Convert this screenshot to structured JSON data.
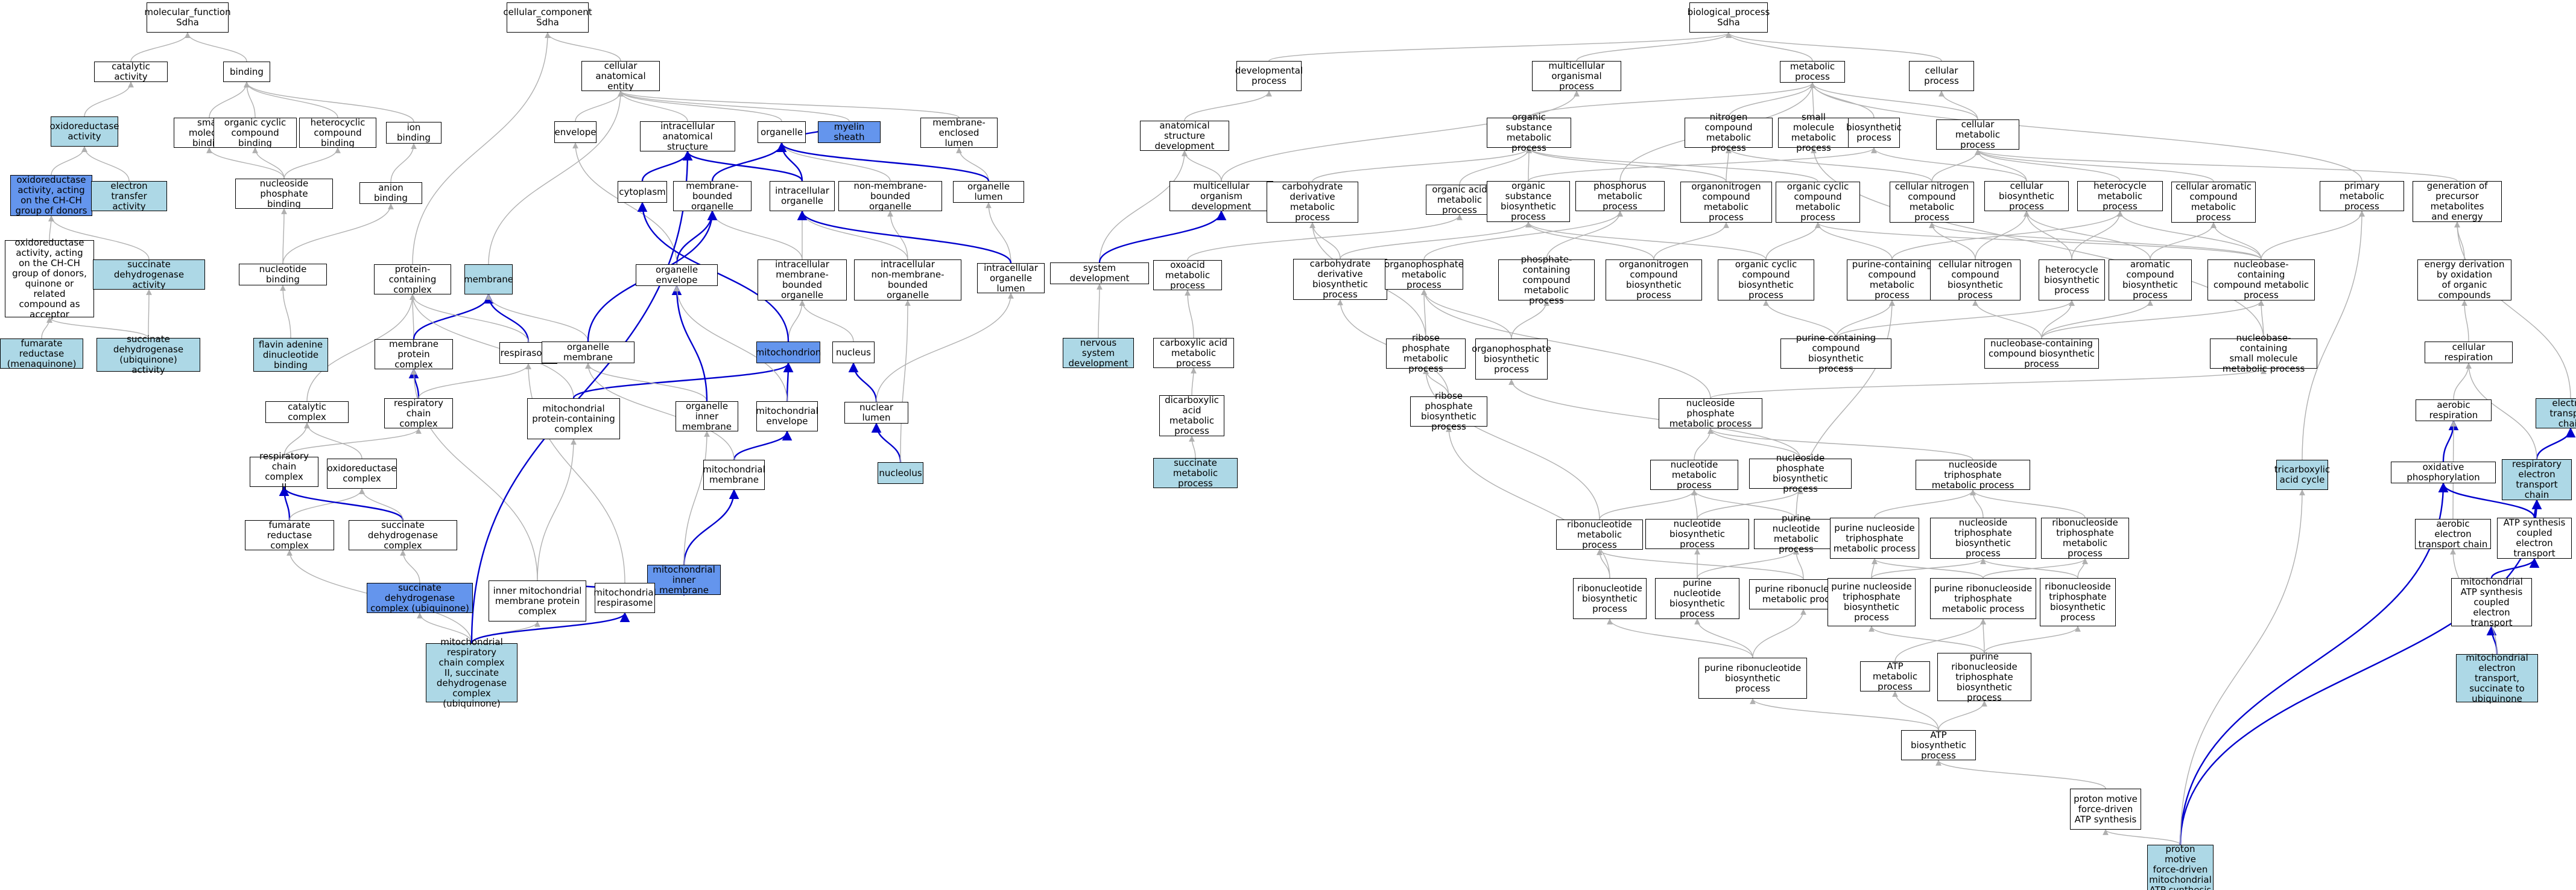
{
  "colors": {
    "node_fill": "#ffffff",
    "highlight_light": "#add8e6",
    "highlight_blue": "#6495ed",
    "edge_gray": "#b0b0b0",
    "edge_blue": "#0000cd",
    "border": "#000000"
  },
  "nodes": {
    "mf_root": {
      "label": "molecular_function\nSdha",
      "style": "plain"
    },
    "catalytic": {
      "label": "catalytic activity",
      "style": "plain"
    },
    "binding": {
      "label": "binding",
      "style": "plain"
    },
    "oxidoreductase": {
      "label": "oxidoreductase\nactivity",
      "style": "light"
    },
    "small_mol_binding": {
      "label": "small molecule\nbinding",
      "style": "plain"
    },
    "org_cyc_binding": {
      "label": "organic cyclic\ncompound binding",
      "style": "plain"
    },
    "hetero_binding": {
      "label": "heterocyclic\ncompound binding",
      "style": "plain"
    },
    "ion_binding": {
      "label": "ion binding",
      "style": "plain"
    },
    "oxido_chch": {
      "label": "oxidoreductase\nactivity, acting\non the CH-CH\ngroup of donors",
      "style": "blue"
    },
    "electron_transfer": {
      "label": "electron transfer\nactivity",
      "style": "light"
    },
    "nucleoside_phos_binding": {
      "label": "nucleoside phosphate\nbinding",
      "style": "plain"
    },
    "anion_binding": {
      "label": "anion binding",
      "style": "plain"
    },
    "oxido_quinone": {
      "label": "oxidoreductase\nactivity, acting\non the CH-CH\ngroup of donors,\nquinone or related\ncompound as\nacceptor",
      "style": "plain"
    },
    "succ_dh_activity": {
      "label": "succinate dehydrogenase\nactivity",
      "style": "light"
    },
    "nucleotide_binding": {
      "label": "nucleotide binding",
      "style": "plain"
    },
    "fumarate_reductase": {
      "label": "fumarate reductase\n(menaquinone)",
      "style": "light"
    },
    "succ_dh_ubiq_activity": {
      "label": "succinate dehydrogenase\n(ubiquinone)\nactivity",
      "style": "light"
    },
    "fad_binding": {
      "label": "flavin adenine\ndinucleotide\nbinding",
      "style": "light"
    },
    "cc_root": {
      "label": "cellular_component\nSdha",
      "style": "plain"
    },
    "cell_anat": {
      "label": "cellular anatomical\nentity",
      "style": "plain"
    },
    "envelope": {
      "label": "envelope",
      "style": "plain"
    },
    "intra_anat": {
      "label": "intracellular\nanatomical structure",
      "style": "plain"
    },
    "organelle": {
      "label": "organelle",
      "style": "plain"
    },
    "myelin": {
      "label": "myelin sheath",
      "style": "blue"
    },
    "membrane_enclosed": {
      "label": "membrane-enclosed\nlumen",
      "style": "plain"
    },
    "cytoplasm": {
      "label": "cytoplasm",
      "style": "plain"
    },
    "membrane_bounded": {
      "label": "membrane-bounded\norganelle",
      "style": "plain"
    },
    "intra_organelle": {
      "label": "intracellular\norganelle",
      "style": "plain"
    },
    "non_membrane": {
      "label": "non-membrane-bounded\norganelle",
      "style": "plain"
    },
    "organelle_lumen": {
      "label": "organelle lumen",
      "style": "plain"
    },
    "protein_complex": {
      "label": "protein-containing\ncomplex",
      "style": "plain"
    },
    "membrane": {
      "label": "membrane",
      "style": "light"
    },
    "organelle_envelope": {
      "label": "organelle envelope",
      "style": "plain"
    },
    "intra_mem_bounded": {
      "label": "intracellular\nmembrane-bounded\norganelle",
      "style": "plain"
    },
    "intra_non_mem": {
      "label": "intracellular\nnon-membrane-bounded\norganelle",
      "style": "plain"
    },
    "intra_org_lumen": {
      "label": "intracellular\norganelle lumen",
      "style": "plain"
    },
    "membrane_protein": {
      "label": "membrane protein\ncomplex",
      "style": "plain"
    },
    "respirasome": {
      "label": "respirasome",
      "style": "plain"
    },
    "organelle_membrane": {
      "label": "organelle membrane",
      "style": "plain"
    },
    "mitochondrion": {
      "label": "mitochondrion",
      "style": "blue"
    },
    "nucleus": {
      "label": "nucleus",
      "style": "plain"
    },
    "resp_chain_complex": {
      "label": "respiratory\nchain complex",
      "style": "plain"
    },
    "mito_protein_complex": {
      "label": "mitochondrial\nprotein-containing\ncomplex",
      "style": "plain"
    },
    "org_inner_membrane": {
      "label": "organelle inner\nmembrane",
      "style": "plain"
    },
    "mito_envelope": {
      "label": "mitochondrial\nenvelope",
      "style": "plain"
    },
    "nuclear_lumen": {
      "label": "nuclear lumen",
      "style": "plain"
    },
    "catalytic_complex": {
      "label": "catalytic complex",
      "style": "plain"
    },
    "resp_chain_complex_ii": {
      "label": "respiratory\nchain complex\nII",
      "style": "plain"
    },
    "oxidoreductase_complex": {
      "label": "oxidoreductase\ncomplex",
      "style": "plain"
    },
    "mito_membrane": {
      "label": "mitochondrial\nmembrane",
      "style": "plain"
    },
    "nucleolus": {
      "label": "nucleolus",
      "style": "light"
    },
    "fumarate_complex": {
      "label": "fumarate reductase\ncomplex",
      "style": "plain"
    },
    "succ_dh_complex": {
      "label": "succinate dehydrogenase\ncomplex",
      "style": "plain"
    },
    "mito_inner_membrane": {
      "label": "mitochondrial\ninner membrane",
      "style": "blue"
    },
    "succ_dh_complex_ubiq": {
      "label": "succinate dehydrogenase\ncomplex (ubiquinone)",
      "style": "blue"
    },
    "inner_mito_mem_protein": {
      "label": "inner mitochondrial\nmembrane protein\ncomplex",
      "style": "plain"
    },
    "mito_respirasome": {
      "label": "mitochondrial\nrespirasome",
      "style": "plain"
    },
    "mito_resp_chain_ii": {
      "label": "mitochondrial\nrespiratory\nchain complex\nII, succinate\ndehydrogenase\ncomplex (ubiquinone)",
      "style": "light"
    },
    "bp_root": {
      "label": "biological_process\nSdha",
      "style": "plain"
    },
    "developmental": {
      "label": "developmental\nprocess",
      "style": "plain"
    },
    "multicellular": {
      "label": "multicellular\norganismal process",
      "style": "plain"
    },
    "metabolic": {
      "label": "metabolic process",
      "style": "plain"
    },
    "cellular_process": {
      "label": "cellular process",
      "style": "plain"
    },
    "anat_dev": {
      "label": "anatomical structure\ndevelopment",
      "style": "plain"
    },
    "org_subst_met": {
      "label": "organic substance\nmetabolic process",
      "style": "plain"
    },
    "nitrogen_met": {
      "label": "nitrogen compound\nmetabolic process",
      "style": "plain"
    },
    "small_mol_met": {
      "label": "small molecule\nmetabolic process",
      "style": "plain"
    },
    "biosynthetic": {
      "label": "biosynthetic\nprocess",
      "style": "plain"
    },
    "cellular_met": {
      "label": "cellular metabolic\nprocess",
      "style": "plain"
    },
    "multi_dev": {
      "label": "multicellular\norganism development",
      "style": "plain"
    },
    "carb_deriv_met": {
      "label": "carbohydrate\nderivative metabolic\nprocess",
      "style": "plain"
    },
    "org_acid_met": {
      "label": "organic acid\nmetabolic process",
      "style": "plain"
    },
    "org_subst_bio": {
      "label": "organic substance\nbiosynthetic\nprocess",
      "style": "plain"
    },
    "phosphorus_met": {
      "label": "phosphorus metabolic\nprocess",
      "style": "plain"
    },
    "organonitrogen_met": {
      "label": "organonitrogen\ncompound metabolic\nprocess",
      "style": "plain"
    },
    "org_cyclic_met": {
      "label": "organic cyclic\ncompound metabolic\nprocess",
      "style": "plain"
    },
    "cell_nitrogen_met": {
      "label": "cellular nitrogen\ncompound metabolic\nprocess",
      "style": "plain"
    },
    "cellular_bio": {
      "label": "cellular biosynthetic\nprocess",
      "style": "plain"
    },
    "heterocycle_met": {
      "label": "heterocycle\nmetabolic process",
      "style": "plain"
    },
    "cell_aromatic_met": {
      "label": "cellular aromatic\ncompound metabolic\nprocess",
      "style": "plain"
    },
    "primary_met": {
      "label": "primary metabolic\nprocess",
      "style": "plain"
    },
    "gen_precursor": {
      "label": "generation of\nprecursor metabolites\nand energy",
      "style": "plain"
    },
    "system_dev": {
      "label": "system development",
      "style": "plain"
    },
    "oxoacid_met": {
      "label": "oxoacid metabolic\nprocess",
      "style": "plain"
    },
    "carb_deriv_bio": {
      "label": "carbohydrate\nderivative biosynthetic\nprocess",
      "style": "plain"
    },
    "organophos_met": {
      "label": "organophosphate\nmetabolic process",
      "style": "plain"
    },
    "phos_containing_bio": {
      "label": "phosphate-containing\ncompound metabolic\nprocess",
      "style": "plain"
    },
    "organonitrogen_bio": {
      "label": "organonitrogen\ncompound biosynthetic\nprocess",
      "style": "plain"
    },
    "org_cyclic_bio": {
      "label": "organic cyclic\ncompound biosynthetic\nprocess",
      "style": "plain"
    },
    "purine_containing_met": {
      "label": "purine-containing\ncompound metabolic\nprocess",
      "style": "plain"
    },
    "cell_nitrogen_bio": {
      "label": "cellular nitrogen\ncompound biosynthetic\nprocess",
      "style": "plain"
    },
    "heterocycle_bio": {
      "label": "heterocycle\nbiosynthetic\nprocess",
      "style": "plain"
    },
    "aromatic_bio": {
      "label": "aromatic compound\nbiosynthetic\nprocess",
      "style": "plain"
    },
    "nucleobase_met": {
      "label": "nucleobase-containing\ncompound metabolic\nprocess",
      "style": "plain"
    },
    "energy_derivation": {
      "label": "energy derivation\nby oxidation\nof organic compounds",
      "style": "plain"
    },
    "nervous_dev": {
      "label": "nervous system\ndevelopment",
      "style": "light"
    },
    "carboxylic_met": {
      "label": "carboxylic acid\nmetabolic process",
      "style": "plain"
    },
    "ribose_phos_met": {
      "label": "ribose phosphate\nmetabolic process",
      "style": "plain"
    },
    "organophos_bio": {
      "label": "organophosphate\nbiosynthetic\nprocess",
      "style": "plain"
    },
    "purine_containing_bio": {
      "label": "purine-containing\ncompound biosynthetic\nprocess",
      "style": "plain"
    },
    "nucleobase_bio": {
      "label": "nucleobase-containing\ncompound biosynthetic\nprocess",
      "style": "plain"
    },
    "nucleobase_small_met": {
      "label": "nucleobase-containing\nsmall molecule\nmetabolic process",
      "style": "plain"
    },
    "cellular_resp": {
      "label": "cellular respiration",
      "style": "plain"
    },
    "dicarboxylic_met": {
      "label": "dicarboxylic\nacid metabolic\nprocess",
      "style": "plain"
    },
    "ribose_phos_bio": {
      "label": "ribose phosphate\nbiosynthetic\nprocess",
      "style": "plain"
    },
    "nucleoside_phos_met": {
      "label": "nucleoside phosphate\nmetabolic process",
      "style": "plain"
    },
    "aerobic_resp": {
      "label": "aerobic respiration",
      "style": "plain"
    },
    "electron_transport_chain": {
      "label": "electron transport\nchain",
      "style": "light"
    },
    "succinate_met": {
      "label": "succinate metabolic\nprocess",
      "style": "light"
    },
    "nucleotide_met": {
      "label": "nucleotide metabolic\nprocess",
      "style": "plain"
    },
    "nucleoside_phos_bio": {
      "label": "nucleoside phosphate\nbiosynthetic\nprocess",
      "style": "plain"
    },
    "nucleoside_tri_met": {
      "label": "nucleoside triphosphate\nmetabolic process",
      "style": "plain"
    },
    "tca_cycle": {
      "label": "tricarboxylic\nacid cycle",
      "style": "light"
    },
    "oxidative_phos": {
      "label": "oxidative phosphorylation",
      "style": "plain"
    },
    "resp_etc": {
      "label": "respiratory\nelectron transport\nchain",
      "style": "light"
    },
    "ribonucleotide_met": {
      "label": "ribonucleotide\nmetabolic process",
      "style": "plain"
    },
    "nucleotide_bio": {
      "label": "nucleotide biosynthetic\nprocess",
      "style": "plain"
    },
    "purine_nucleotide_met": {
      "label": "purine nucleotide\nmetabolic process",
      "style": "plain"
    },
    "purine_nucleoside_tri_met": {
      "label": "purine nucleoside\ntriphosphate\nmetabolic process",
      "style": "plain"
    },
    "nucleoside_tri_bio": {
      "label": "nucleoside triphosphate\nbiosynthetic\nprocess",
      "style": "plain"
    },
    "ribonucleoside_tri_met": {
      "label": "ribonucleoside\ntriphosphate\nmetabolic process",
      "style": "plain"
    },
    "aerobic_etc": {
      "label": "aerobic electron\ntransport chain",
      "style": "plain"
    },
    "atp_synth_coupled": {
      "label": "ATP synthesis\ncoupled electron\ntransport",
      "style": "plain"
    },
    "ribonucleotide_bio": {
      "label": "ribonucleotide\nbiosynthetic\nprocess",
      "style": "plain"
    },
    "purine_nucleotide_bio": {
      "label": "purine nucleotide\nbiosynthetic\nprocess",
      "style": "plain"
    },
    "purine_ribonucleotide_met": {
      "label": "purine ribonucleotide\nmetabolic process",
      "style": "plain"
    },
    "purine_nucleoside_tri_bio": {
      "label": "purine nucleoside\ntriphosphate\nbiosynthetic\nprocess",
      "style": "plain"
    },
    "purine_ribonucleoside_tri_met": {
      "label": "purine ribonucleoside\ntriphosphate\nmetabolic process",
      "style": "plain"
    },
    "ribonucleoside_tri_bio": {
      "label": "ribonucleoside\ntriphosphate\nbiosynthetic\nprocess",
      "style": "plain"
    },
    "mito_atp_synth": {
      "label": "mitochondrial\nATP synthesis\ncoupled electron\ntransport",
      "style": "plain"
    },
    "purine_ribonucleotide_bio": {
      "label": "purine ribonucleotide\nbiosynthetic\nprocess",
      "style": "plain"
    },
    "atp_met": {
      "label": "ATP metabolic\nprocess",
      "style": "plain"
    },
    "purine_ribonucleoside_tri_bio": {
      "label": "purine ribonucleoside\ntriphosphate\nbiosynthetic\nprocess",
      "style": "plain"
    },
    "mito_etc_succinate": {
      "label": "mitochondrial\nelectron transport,\nsuccinate to\nubiquinone",
      "style": "light"
    },
    "atp_bio": {
      "label": "ATP biosynthetic\nprocess",
      "style": "plain"
    },
    "proton_motive": {
      "label": "proton motive\nforce-driven\nATP synthesis",
      "style": "plain"
    },
    "proton_motive_mito": {
      "label": "proton motive\nforce-driven\nmitochondrial\nATP synthesis",
      "style": "light"
    }
  }
}
